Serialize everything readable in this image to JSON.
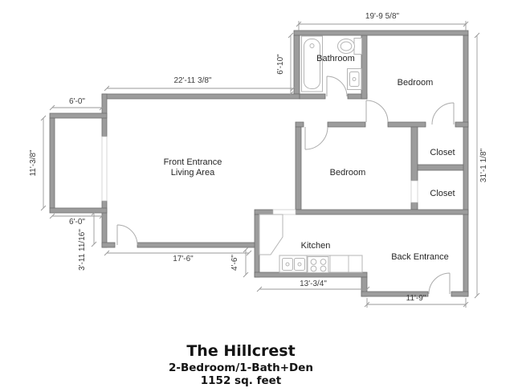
{
  "title_block": {
    "name": "The Hillcrest",
    "subtitle": "2-Bedroom/1-Bath+Den",
    "area": "1152 sq. feet"
  },
  "rooms": {
    "bathroom": "Bathroom",
    "bedroom_top": "Bedroom",
    "bedroom_middle": "Bedroom",
    "closet_top": "Closet",
    "closet_bottom": "Closet",
    "kitchen": "Kitchen",
    "back_entrance": "Back Entrance",
    "living_line1": "Front Entrance",
    "living_line2": "Living Area"
  },
  "dimensions": {
    "upper_block_width": "19'-9 5/8\"",
    "living_width": "22'-11 3/8\"",
    "den_width_top": "6'-0\"",
    "den_width_bottom": "6'-0\"",
    "den_depth": "11'-3/8\"",
    "bath_wall_height": "6'-10\"",
    "overall_depth": "31'-1 1/8\"",
    "entry_jog": "3'-11 11/16\"",
    "living_bottom_width": "17'-6\"",
    "kitchen_jog": "4'-6\"",
    "kitchen_width": "13'-3/4\"",
    "back_entrance_width": "11'-9\""
  },
  "colors": {
    "wall": "#9c9c9c",
    "wall_edge": "#6e6e6e",
    "fixture": "#b5b5b5",
    "label": "#262626"
  }
}
